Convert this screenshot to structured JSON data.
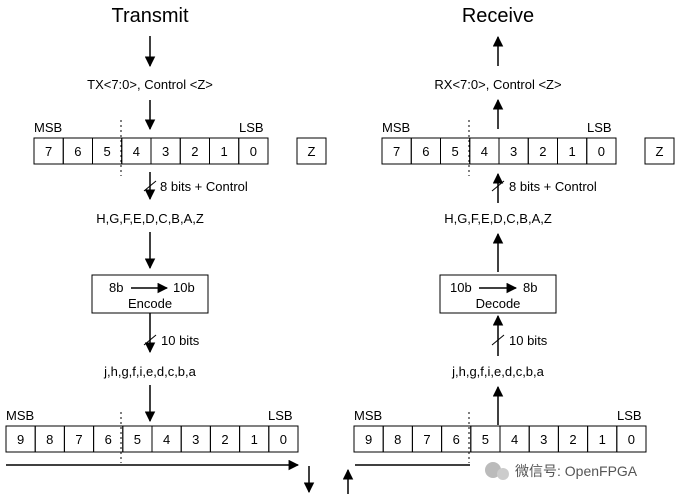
{
  "transmit": {
    "title": "Transmit",
    "input_label": "TX<7:0>, Control <Z>",
    "msb": "MSB",
    "lsb": "LSB",
    "byte_cells": [
      "7",
      "6",
      "5",
      "4",
      "3",
      "2",
      "1",
      "0"
    ],
    "control_cell": "Z",
    "bus1_label": "8 bits + Control",
    "signals_8b": "H,G,F,E,D,C,B,A,Z",
    "encoder": {
      "from": "8b",
      "to": "10b",
      "name": "Encode"
    },
    "bus2_label": "10 bits",
    "signals_10b": "j,h,g,f,i,e,d,c,b,a",
    "msb2": "MSB",
    "lsb2": "LSB",
    "code_cells": [
      "9",
      "8",
      "7",
      "6",
      "5",
      "4",
      "3",
      "2",
      "1",
      "0"
    ]
  },
  "receive": {
    "title": "Receive",
    "output_label": "RX<7:0>, Control <Z>",
    "msb": "MSB",
    "lsb": "LSB",
    "byte_cells": [
      "7",
      "6",
      "5",
      "4",
      "3",
      "2",
      "1",
      "0"
    ],
    "control_cell": "Z",
    "bus1_label": "8 bits + Control",
    "signals_8b": "H,G,F,E,D,C,B,A,Z",
    "decoder": {
      "from": "10b",
      "to": "8b",
      "name": "Decode"
    },
    "bus2_label": "10 bits",
    "signals_10b": "j,h,g,f,i,e,d,c,b,a",
    "msb2": "MSB",
    "lsb2": "LSB",
    "code_cells": [
      "9",
      "8",
      "7",
      "6",
      "5",
      "4",
      "3",
      "2",
      "1",
      "0"
    ]
  },
  "watermark": "微信号: OpenFPGA"
}
